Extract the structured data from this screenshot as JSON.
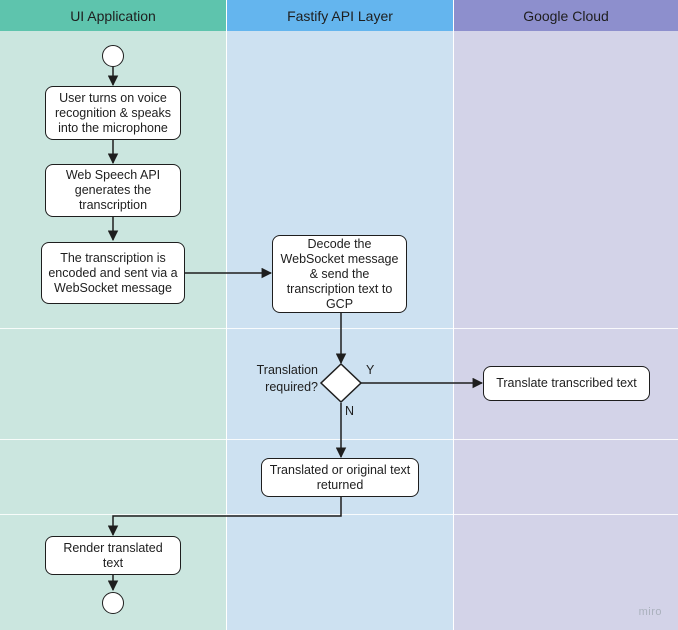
{
  "lanes": {
    "ui": "UI Application",
    "api": "Fastify API Layer",
    "gc": "Google Cloud"
  },
  "nodes": {
    "voice": "User turns on voice recognition & speaks into the microphone",
    "speech_api": "Web Speech API generates the transcription",
    "encode": "The transcription is encoded and sent via a WebSocket message",
    "decode": "Decode the WebSocket message & send the transcription text to GCP",
    "translate": "Translate transcribed text",
    "returned": "Translated or original text returned",
    "render": "Render translated text"
  },
  "decision": {
    "question": "Translation required?",
    "yes": "Y",
    "no": "N"
  },
  "watermark": "miro",
  "colors": {
    "ui_header": "#5ec4ad",
    "ui_lane": "#cbe6df",
    "api_header": "#64b5ee",
    "api_lane": "#cde1f1",
    "gc_header": "#8d8fcd",
    "gc_lane": "#d3d3e8"
  }
}
